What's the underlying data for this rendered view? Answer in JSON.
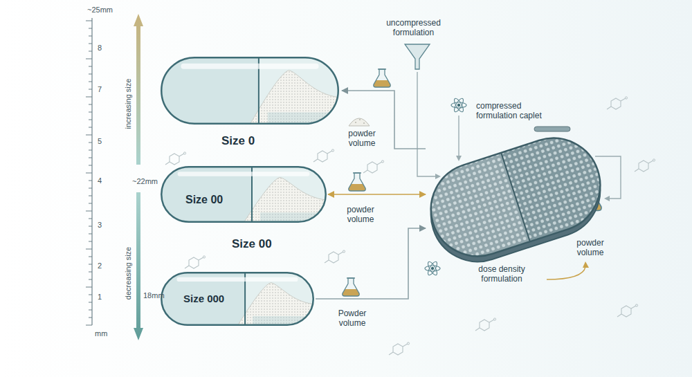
{
  "diagram": {
    "nodes": [
      {
        "text": [
          "Size 0"
        ]
      },
      {
        "text": [
          "Size 00",
          "Size 00"
        ]
      },
      {
        "text": [
          "Size 000"
        ]
      },
      {
        "text": [
          "dose density formulation"
        ]
      }
    ],
    "edges": [
      {
        "from": 3,
        "to": 0,
        "arrow": "to"
      },
      {
        "from": 1,
        "to": 3,
        "arrow": "both"
      },
      {
        "from": 2,
        "to": 3,
        "arrow": "to"
      }
    ],
    "labels": [
      "~25mm",
      "8",
      "7",
      "5",
      "4",
      "~22mm",
      "3",
      "2",
      "1",
      "18mm",
      "mm",
      "increasing size",
      "decreasing size",
      "uncompressed formulation",
      "compressed formulation caplet",
      "powder volume",
      "powder volume",
      "Powder volume",
      "powder volume"
    ]
  }
}
